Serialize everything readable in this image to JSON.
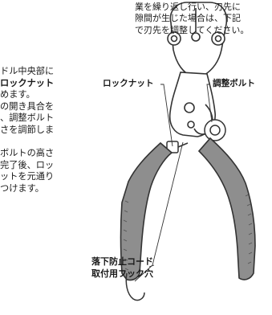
{
  "instructions": {
    "top_lines": [
      "業を繰り返し行い、刃先に",
      "隙間が生じた場合は、下記",
      "で刃先を調整してください。"
    ],
    "left_lines": [
      {
        "text": "ドル中央部に",
        "bold": false
      },
      {
        "text": "ロックナット",
        "bold": true
      },
      {
        "text": "めます。",
        "bold": false
      },
      {
        "text": "の開き具合を",
        "bold": false
      },
      {
        "text": "、調整ボルト",
        "bold": false
      },
      {
        "text": "さを調節しま",
        "bold": false
      },
      {
        "text": "",
        "bold": false
      },
      {
        "text": "ボルトの高さ",
        "bold": false
      },
      {
        "text": "完了後、ロッ",
        "bold": false
      },
      {
        "text": "ットを元通り",
        "bold": false
      },
      {
        "text": "つけます。",
        "bold": false
      }
    ]
  },
  "labels": {
    "lock_nut": "ロックナット",
    "adjust_bolt": "調整ボルト",
    "drop_cord_line1": "落下防止コード",
    "drop_cord_line2": "取付用フック穴"
  },
  "colors": {
    "grip_gray": "#8e8e8e",
    "outline": "#333333",
    "metal": "#ffffff"
  }
}
